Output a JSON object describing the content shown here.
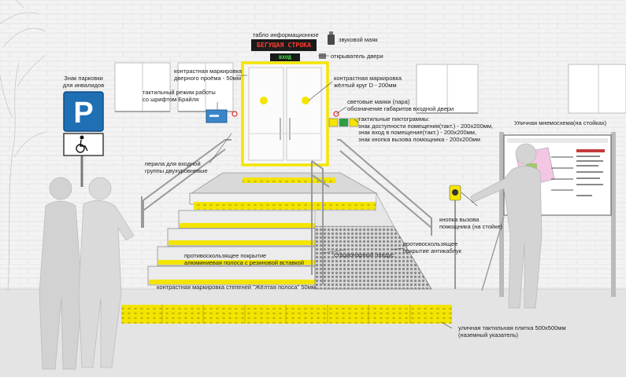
{
  "colors": {
    "tactile_yellow": "#f3e500",
    "wall_light": "#f1f1f1",
    "brick_line": "#dddddd",
    "ground": "#e3e3e3",
    "sign_blue": "#1f6fb5",
    "board_red": "#e02020"
  },
  "icons": {
    "parking": "parking-sign-icon",
    "wheelchair": "wheelchair-icon",
    "beacon": "sound-beacon-icon",
    "call_button": "call-button-icon"
  },
  "board": {
    "running_text": "БЕГУЩАЯ СТРОКА",
    "entrance_text": "ВХОД"
  },
  "labels": {
    "info_board": "табло информационное",
    "light_beacon": "световой маяк",
    "sound_beacon": "звуковой маяк",
    "door_opener": "открыватель двери",
    "parking_sign_line1": "Знак парковки",
    "parking_sign_line2": "для инвалидов",
    "door_marking_line1": "контрастная маркировка",
    "door_marking_line2": "дверного проёма - 50мм",
    "yellow_circle_line1": "контрастная маркировка",
    "yellow_circle_line2": "жёлтый круг D - 200мм",
    "tactile_mode_line1": "тактильный режим работы",
    "tactile_mode_line2": "со шрифтом Брайля",
    "light_beacons_line1": "световые маяки (пара)",
    "light_beacons_line2": "обозначение габаритов входной двери",
    "pictograms_line1": "тактильные пиктограммы:",
    "pictograms_line2": "знак доступности помещения(такт.) - 200х200мм,",
    "pictograms_line3": "знак вход в помещение(такт.) - 200х200мм,",
    "pictograms_line4": "знак кнопка вызова помощника - 200х200мм",
    "street_scheme": "Уличная мнемосхема(на стойках)",
    "railings_line1": "перила для входной",
    "railings_line2": "группы двухуровневые",
    "call_button_line1": "кнопка вызова",
    "call_button_line2": "помощника (на стойке)",
    "anti_slip_line1": "противоскользящее покрытие",
    "anti_slip_line2": "алюминиевая полоса с резиновой вставкой",
    "ramp": "стационарный пандус",
    "anti_heel_line1": "противоскользящее",
    "anti_heel_line2": "покрытие антикаблук",
    "step_marking": "контрастная маркировка степеней \"Жёлтая полоса\" 50мм",
    "tile_line1": "уличная тактильная плитка 500х500мм",
    "tile_line2": "(наземный указатель)"
  }
}
